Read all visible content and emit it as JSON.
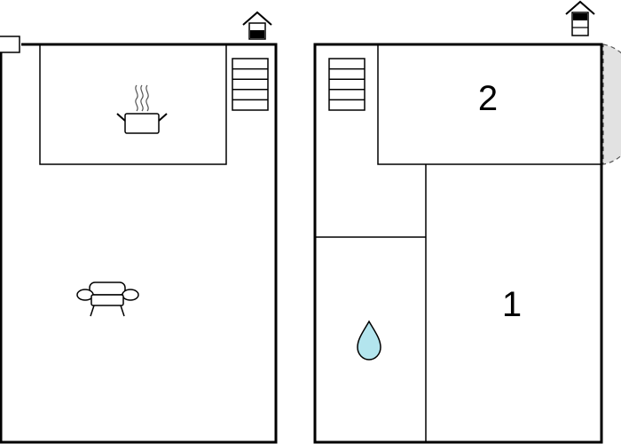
{
  "floorplan": {
    "rooms": [
      {
        "id": "bedroom-1",
        "label": "1"
      },
      {
        "id": "bedroom-2",
        "label": "2"
      }
    ],
    "icons": [
      "cooking-pot-icon",
      "sofa-icon",
      "water-drop-icon",
      "stairs-icon",
      "entrance-icon"
    ],
    "colors": {
      "wall": "#000000",
      "water": "#b3e5ee",
      "terrace": "#e2e2e2"
    }
  }
}
